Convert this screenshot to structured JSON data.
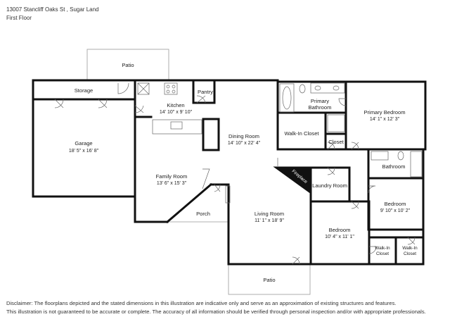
{
  "header": {
    "address": "13007 Stancliff Oaks St , Sugar Land",
    "floor": "First Floor"
  },
  "rooms": {
    "patio_top": "Patio",
    "storage": "Storage",
    "garage": "Garage",
    "garage_dim": "18' 5\" x 16' 8\"",
    "kitchen": "Kitchen",
    "kitchen_dim": "14' 10\" x 9' 10\"",
    "pantry": "Pantry",
    "dining": "Dining Room",
    "dining_dim": "14' 10\" x 22' 4\"",
    "primary_bath_1": "Primary",
    "primary_bath_2": "Bathroom",
    "walkin_closet": "Walk-In Closet",
    "closet": "Closet",
    "primary_bed": "Primary Bedroom",
    "primary_bed_dim": "14' 1\" x 12' 3\"",
    "bathroom": "Bathroom",
    "fireplace": "Fireplace",
    "laundry": "Laundry Room",
    "family": "Family Room",
    "family_dim": "13' 6\" x 15' 3\"",
    "porch": "Porch",
    "living": "Living Room",
    "living_dim": "11' 1\" x 18' 9\"",
    "bedroom_a": "Bedroom",
    "bedroom_a_dim": "9' 10\" x 10' 2\"",
    "bedroom_b": "Bedroom",
    "bedroom_b_dim": "10' 4\" x 11' 1\"",
    "walkin_a_1": "Walk-In",
    "walkin_a_2": "Closet",
    "walkin_b_1": "Walk-In",
    "walkin_b_2": "Closet",
    "patio_bottom": "Patio"
  },
  "disclaimer": {
    "line1": "Disclaimer: The floorplans depicted and the stated dimensions in this illustration are indicative only and serve as an approximation of existing structures and features.",
    "line2": "This illustration is not guaranteed to be accurate or complete. The accuracy of all information should be verified through personal inspection and/or with appropriate professionals."
  },
  "colors": {
    "wall": "#111111",
    "outline": "#888888"
  }
}
